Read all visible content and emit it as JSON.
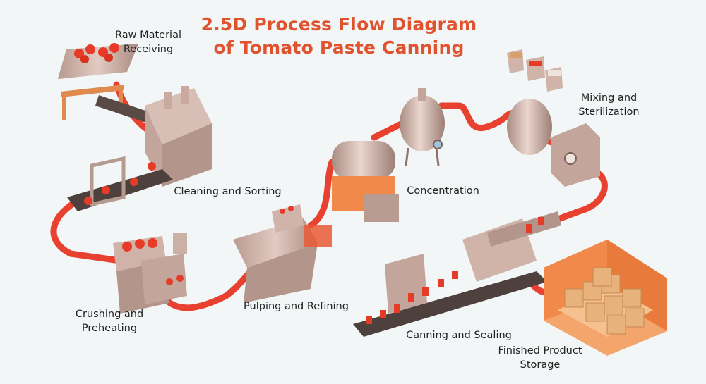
{
  "title": {
    "line1": "2.5D Process Flow Diagram",
    "line2": "of Tomato Paste Canning"
  },
  "steps": [
    {
      "line1": "Raw Material",
      "line2": "Receiving"
    },
    {
      "line1": "Cleaning and Sorting",
      "line2": ""
    },
    {
      "line1": "Crushing and",
      "line2": "Preheating"
    },
    {
      "line1": "Pulping and Refining",
      "line2": ""
    },
    {
      "line1": "Concentration",
      "line2": ""
    },
    {
      "line1": "Mixing and",
      "line2": "Sterilization"
    },
    {
      "line1": "Canning and Sealing",
      "line2": ""
    },
    {
      "line1": "Finished Product",
      "line2": "Storage"
    }
  ],
  "colors": {
    "background": "#f2f6f7",
    "pipe": "#e8412f",
    "accent": "#e0532f",
    "steel": "#c9aba0",
    "steel_dark": "#8f736a",
    "warehouse": "#f0894a",
    "box": "#e7b27c",
    "tomato": "#e63b26"
  }
}
